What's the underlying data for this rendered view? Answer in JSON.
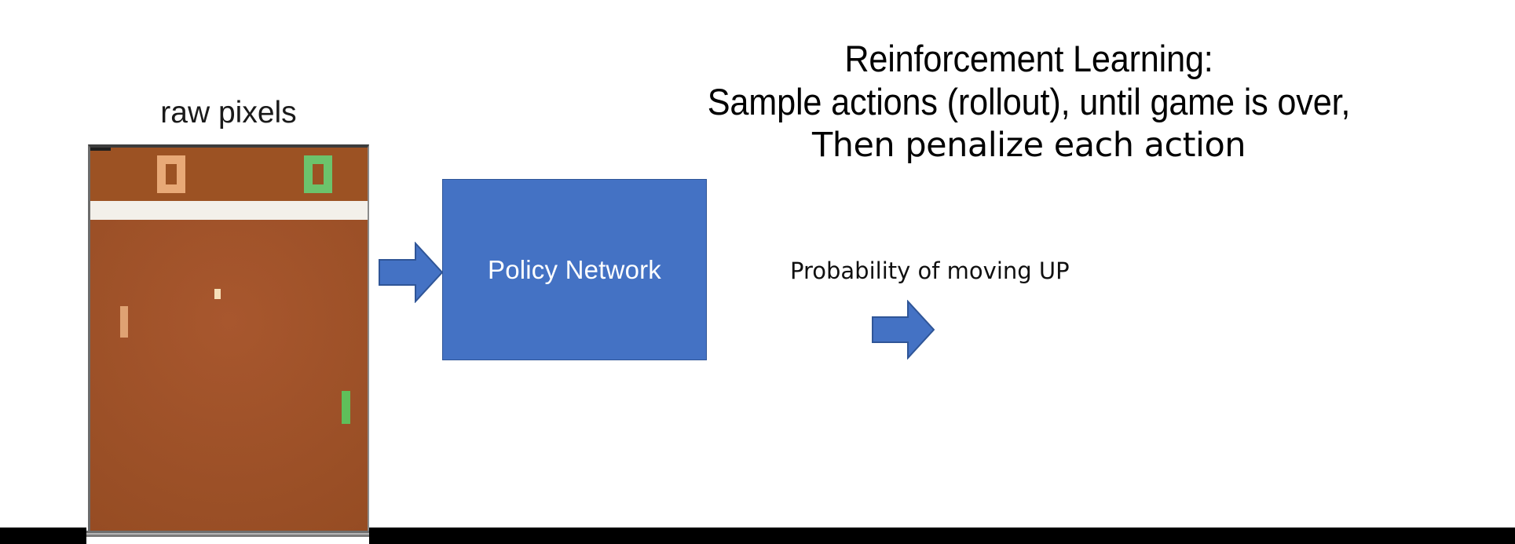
{
  "slide": {
    "background_color": "#ffffff",
    "title": {
      "line1": "Reinforcement Learning:",
      "line2": "Sample actions (rollout), until game is over,",
      "line3": "Then penalize each action"
    }
  },
  "input": {
    "caption": "raw pixels",
    "game": {
      "name": "pong-game-screen",
      "background_color": "#a0522d",
      "score_band_color": "#9c5223",
      "divider_color": "#f3f0ea",
      "score_left": "0",
      "score_right": "0",
      "score_left_color": "#e8a977",
      "score_right_color": "#6cc36c",
      "ball_color": "#f6e0b8",
      "paddle_left_color": "#dfa273",
      "paddle_right_color": "#5fbf5a"
    }
  },
  "pipeline": {
    "arrow_input_name": "arrow-right-input",
    "arrow_output_name": "arrow-right-output",
    "arrow_fill": "#4472c4",
    "arrow_stroke": "#2f5597",
    "policy_box": {
      "label": "Policy Network",
      "fill": "#4472c4",
      "border": "#2f5597",
      "text_color": "#ffffff"
    },
    "output_label": "Probability of moving UP"
  },
  "decoration": {
    "bottom_bar_color": "#000000"
  }
}
